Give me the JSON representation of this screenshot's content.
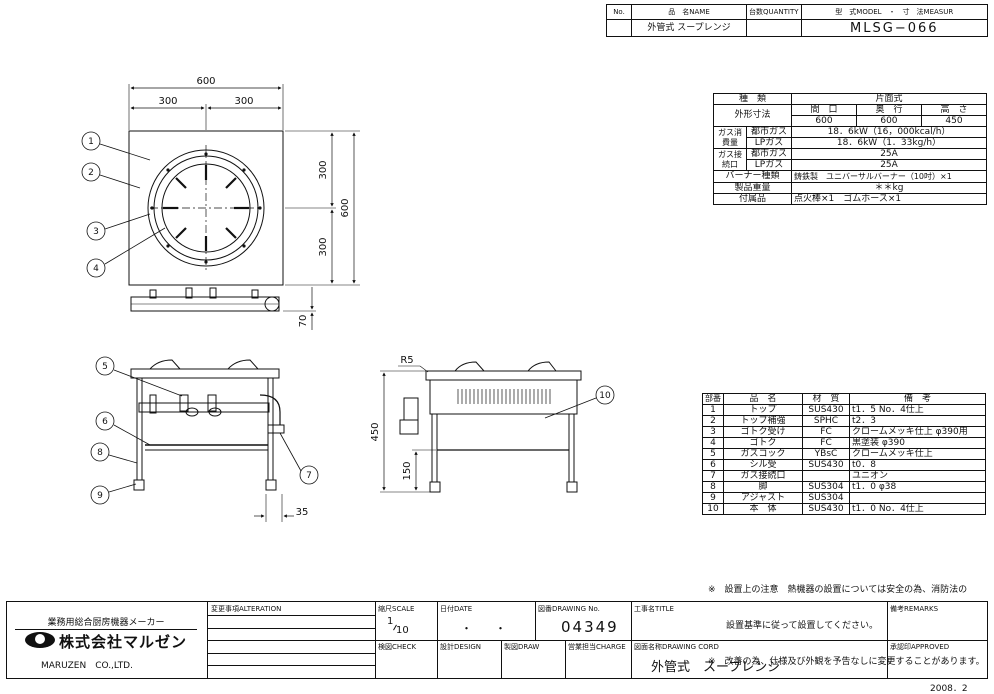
{
  "title_block": {
    "no_label": "No.",
    "name_label": "品　名NAME",
    "qty_label": "台数QUANTITY",
    "model_label": "型　式MODEL　・　寸　法MEASUR",
    "product_name": "外管式 スープレンジ",
    "model": "MLSG−066"
  },
  "spec_table": {
    "type_label": "種　類",
    "type_value": "片面式",
    "dims_label": "外形寸法",
    "dim_headers": [
      "間　口",
      "奥　行",
      "高　さ"
    ],
    "dim_values": [
      "600",
      "600",
      "450"
    ],
    "gas_consumption_label": "ガス消費量",
    "gas_connection_label": "ガス接続口",
    "city_gas": "都市ガス",
    "lp_gas": "LPガス",
    "city_consumption": "18．6kW（16，000kcal/h）",
    "lp_consumption": "18．6kW（1．33kg/h）",
    "city_connection": "25A",
    "lp_connection": "25A",
    "burner_label": "バーナー種類",
    "burner_value": "鋳鉄製　ユニバーサルバーナー（10吋）×1",
    "weight_label": "製品重量",
    "weight_value": "＊＊kg",
    "accessories_label": "付属品",
    "accessories_value": "点火棒×1　ゴムホース×1"
  },
  "parts_table": {
    "headers": [
      "部番",
      "品　名",
      "材　質",
      "備　考"
    ],
    "rows": [
      [
        "1",
        "トップ",
        "SUS430",
        "t1．5 No．4仕上"
      ],
      [
        "2",
        "トップ補強",
        "SPHC",
        "t2．3"
      ],
      [
        "3",
        "ゴトク受け",
        "FC",
        "クロームメッキ仕上 φ390用"
      ],
      [
        "4",
        "ゴトク",
        "FC",
        "黒塗装 φ390"
      ],
      [
        "5",
        "ガスコック",
        "YBsC",
        "クロームメッキ仕上"
      ],
      [
        "6",
        "シル受",
        "SUS430",
        "t0．8"
      ],
      [
        "7",
        "ガス接続口",
        "",
        "ユニオン"
      ],
      [
        "8",
        "脚",
        "SUS304",
        "t1．0 φ38"
      ],
      [
        "9",
        "アジャスト",
        "SUS304",
        ""
      ],
      [
        "10",
        "本　体",
        "SUS430",
        "t1．0 No．4仕上"
      ]
    ]
  },
  "notes": [
    "※　設置上の注意　熱機器の設置については安全の為、消防法の",
    "　　設置基準に従って設置してください。",
    "※　改善の為、仕様及び外観を予告なしに変更することがあります。"
  ],
  "footer": {
    "company_tag": "業務用総合厨房機器メーカー",
    "company_name": "株式会社マルゼン",
    "company_en": "MARUZEN　CO.,LTD.",
    "alteration_label": "変更事項ALTERATION",
    "scale_label": "縮尺SCALE",
    "scale_num": "1",
    "scale_den": "10",
    "date_label": "日付DATE",
    "date_value": "・　・",
    "drawing_no_label": "図番DRAWING No.",
    "drawing_no": "04349",
    "work_title_label": "工事名TITLE",
    "remarks_label": "備考REMARKS",
    "check_label": "検図CHECK",
    "design_label": "設計DESIGN",
    "draw_label": "製図DRAW",
    "charge_label": "営業担当CHARGE",
    "drawing_cord_label": "図面名称DRAWING CORD",
    "drawing_name": "外管式　スープレンジ",
    "approved_label": "承認印APPROVED",
    "version_date": "2008．2"
  },
  "dimensions": {
    "overall_width": "600",
    "half_left": "300",
    "half_right": "300",
    "depth_half_top": "300",
    "depth_half_bottom": "300",
    "depth_total": "600",
    "pipe_offset": "70",
    "corner_radius": "R5",
    "height_total": "450",
    "shelf_height": "150",
    "pipe_dim": "35"
  },
  "callouts": [
    "1",
    "2",
    "3",
    "4",
    "5",
    "6",
    "7",
    "8",
    "9",
    "10"
  ]
}
